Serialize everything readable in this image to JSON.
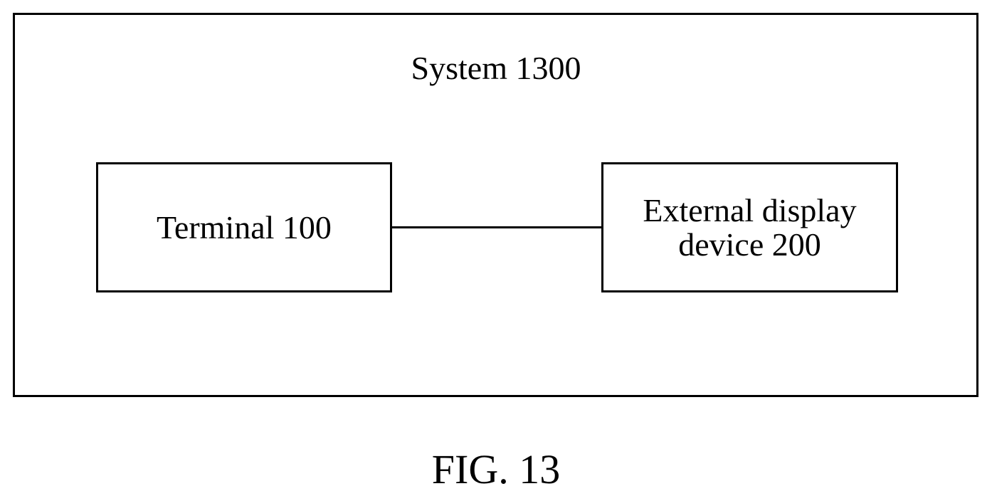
{
  "diagram": {
    "system_label": "System 1300",
    "terminal_label": "Terminal 100",
    "external_display_label": {
      "line1": "External display",
      "line2": "device 200"
    },
    "caption": "FIG. 13",
    "line_color": "#000000",
    "background_color": "#ffffff"
  }
}
